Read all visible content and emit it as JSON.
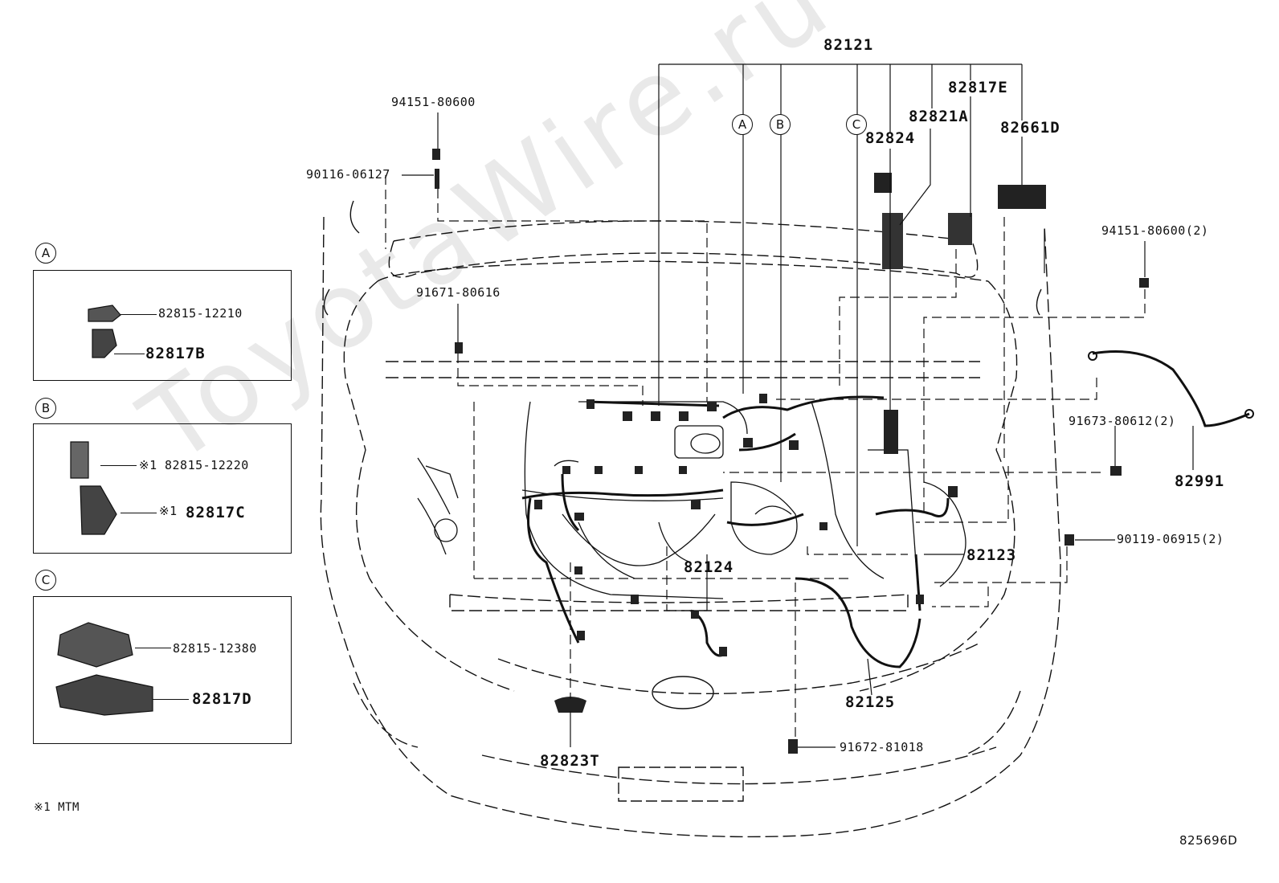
{
  "watermark": "ToyotaWire.ru",
  "top_group": {
    "part": "82121"
  },
  "callouts": {
    "a": "A",
    "b": "B",
    "c": "C"
  },
  "labels": {
    "nut_94151_top": "94151-80600",
    "stud_90116": "90116-06127",
    "bolt_91671": "91671-80616",
    "p82824": "82824",
    "p82821a": "82821A",
    "p82817e": "82817E",
    "p82661d": "82661D",
    "nut_94151_right": "94151-80600(2)",
    "bolt_91673": "91673-80612(2)",
    "p82991": "82991",
    "bolt_90119": "90119-06915(2)",
    "p82123": "82123",
    "p82124": "82124",
    "p82125": "82125",
    "bolt_91672": "91672-81018",
    "p82823t": "82823T"
  },
  "panel_a": {
    "tag": "A",
    "item1": "82815-12210",
    "item2": "82817B"
  },
  "panel_b": {
    "tag": "B",
    "item1_mark": "※1",
    "item1": "82815-12220",
    "item2_mark": "※1",
    "item2": "82817C"
  },
  "panel_c": {
    "tag": "C",
    "item1": "82815-12380",
    "item2": "82817D"
  },
  "footnote": "※1  MTM",
  "diagram_id": "825696D"
}
